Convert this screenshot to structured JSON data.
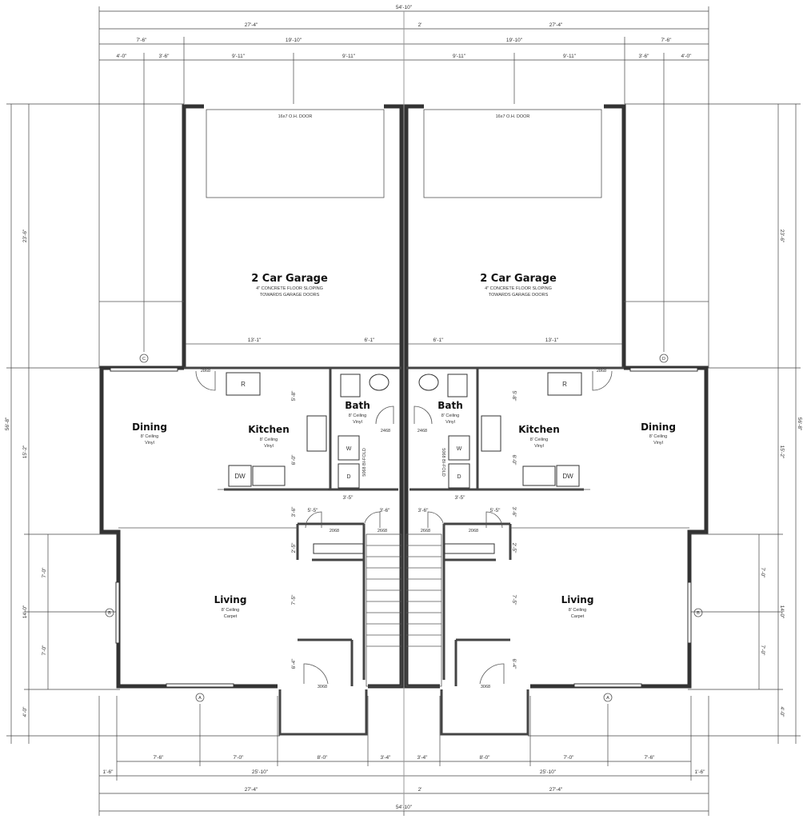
{
  "dimensions": {
    "overall": "54'-10\"",
    "half": "27'-4\"",
    "center_gap": "2'",
    "top_left_segments": [
      "7'-6\"",
      "19'-10\""
    ],
    "top_right_segments": [
      "19'-10\"",
      "7'-6\""
    ],
    "top_left_detail": [
      "4'-0\"",
      "3'-6\"",
      "9'-11\"",
      "9'-11\""
    ],
    "top_right_detail": [
      "9'-11\"",
      "9'-11\"",
      "3'-6\"",
      "4'-0\""
    ],
    "left_overall": "56'-8\"",
    "left_segments": [
      "23'-6\"",
      "15'-2\""
    ],
    "left_lower": [
      "7'-0\"",
      "14'-0\"",
      "7'-0\"",
      "4'-0\""
    ],
    "bottom_left": [
      "7'-6\"",
      "7'-0\"",
      "8'-0\"",
      "3'-4\""
    ],
    "bottom_right": [
      "3'-4\"",
      "8'-0\"",
      "7'-0\"",
      "7'-6\""
    ],
    "bottom_left_mid": [
      "1'-6\"",
      "25'-10\""
    ],
    "bottom_right_mid": [
      "25'-10\"",
      "1'-6\""
    ],
    "garage_inner_left": [
      "13'-1\"",
      "6'-1\""
    ],
    "garage_inner_right": [
      "6'-1\"",
      "13'-1\""
    ],
    "kitchen_v1": "5'-8\"",
    "kitchen_v2": "6'-0\"",
    "stair_small": [
      "3'-5\"",
      "3'-6\"",
      "3'-6\"",
      "5'-5\""
    ],
    "living_v": [
      "2'-5\"",
      "7'-5\"",
      "6'-4\"",
      "3'-6\""
    ]
  },
  "grid_tags": {
    "c": "C",
    "d": "D",
    "b": "B",
    "a": "A"
  },
  "rooms": {
    "garage": {
      "title": "2 Car Garage",
      "note1": "4\" CONCRETE FLOOR SLOPING",
      "note2": "TOWARDS GARAGE DOORS",
      "door": "16x7 O.H. DOOR"
    },
    "dining": {
      "title": "Dining",
      "ceiling": "8' Ceiling",
      "floor": "Vinyl"
    },
    "kitchen": {
      "title": "Kitchen",
      "ceiling": "8' Ceiling",
      "floor": "Vinyl"
    },
    "bath": {
      "title": "Bath",
      "ceiling": "8' Ceiling",
      "floor": "Vinyl"
    },
    "living": {
      "title": "Living",
      "ceiling": "8' Ceiling",
      "floor": "Carpet"
    }
  },
  "doors": {
    "d2868": "2868",
    "d2468": "2468",
    "d2068": "2068",
    "d2668": "2668",
    "d3068": "3068",
    "bifold": "5068 BI-FOLD"
  },
  "fixtures": {
    "fridge": "R",
    "dishwasher": "DW",
    "washer": "W",
    "dryer": "D"
  }
}
